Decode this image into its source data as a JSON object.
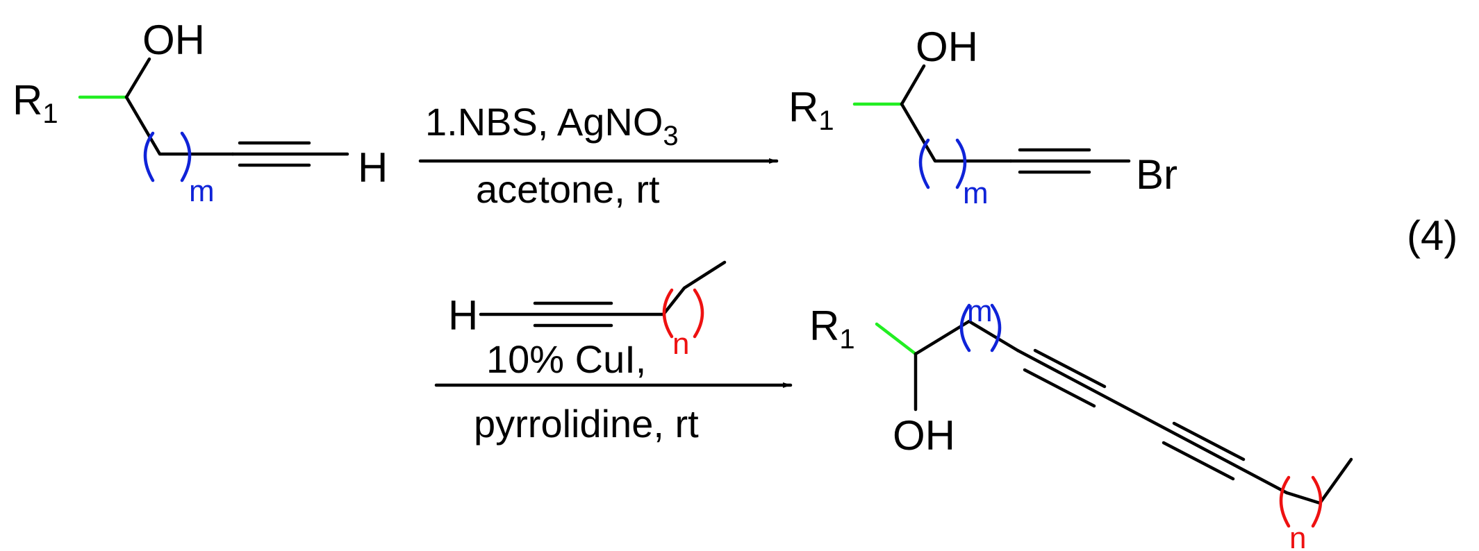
{
  "equation_number": "(4)",
  "reactant": {
    "r_group": "R",
    "r_sub": "1",
    "oh": "OH",
    "repeat_index": "m",
    "terminal_atom": "H"
  },
  "step1": {
    "reagent_line1_a": "1.NBS, AgNO",
    "reagent_line1_sub": "3",
    "reagent_line2": "acetone, rt"
  },
  "intermediate": {
    "r_group": "R",
    "r_sub": "1",
    "oh": "OH",
    "repeat_index": "m",
    "terminal_atom": "Br"
  },
  "step2": {
    "alkyne_h": "H",
    "alkyne_repeat_index": "n",
    "reagent_line1": "10% CuI,",
    "reagent_line2": "pyrrolidine, rt"
  },
  "product": {
    "r_group": "R",
    "r_sub": "1",
    "oh": "OH",
    "repeat_index_m": "m",
    "repeat_index_n": "n"
  },
  "colors": {
    "r_group": "#22ee22",
    "repeat_m": "#0f23d8",
    "repeat_n": "#ee1111",
    "bonds": "#000000"
  }
}
